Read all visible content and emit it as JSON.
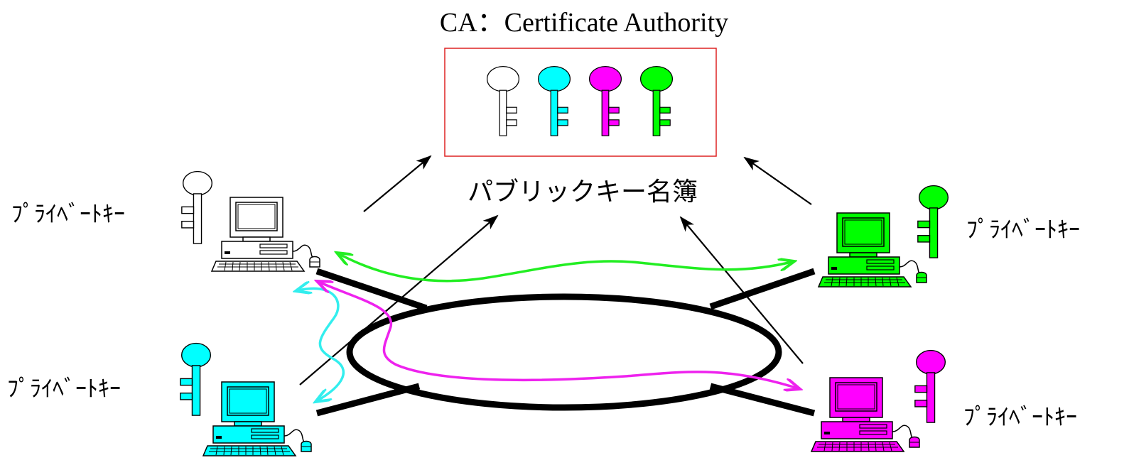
{
  "ca": {
    "title": "CA：Certificate Authority",
    "directory_label": "パブリックキー名簿"
  },
  "private_key_labels": {
    "top_left": "ﾌﾟﾗｲﾍﾞｰﾄｷｰ",
    "bottom_left": "ﾌﾟﾗｲﾍﾞｰﾄｷｰ",
    "top_right": "ﾌﾟﾗｲﾍﾞｰﾄｷｰ",
    "bottom_right": "ﾌﾟﾗｲﾍﾞｰﾄｷｰ"
  },
  "colors": {
    "white_node": "#ffffff",
    "cyan_node": "#00ffff",
    "magenta_node": "#ff00ff",
    "green_node": "#00ff00",
    "ca_box_border": "#dd2222",
    "network": "#000000"
  },
  "keys_in_directory": [
    "white-key",
    "cyan-key",
    "magenta-key",
    "green-key"
  ]
}
